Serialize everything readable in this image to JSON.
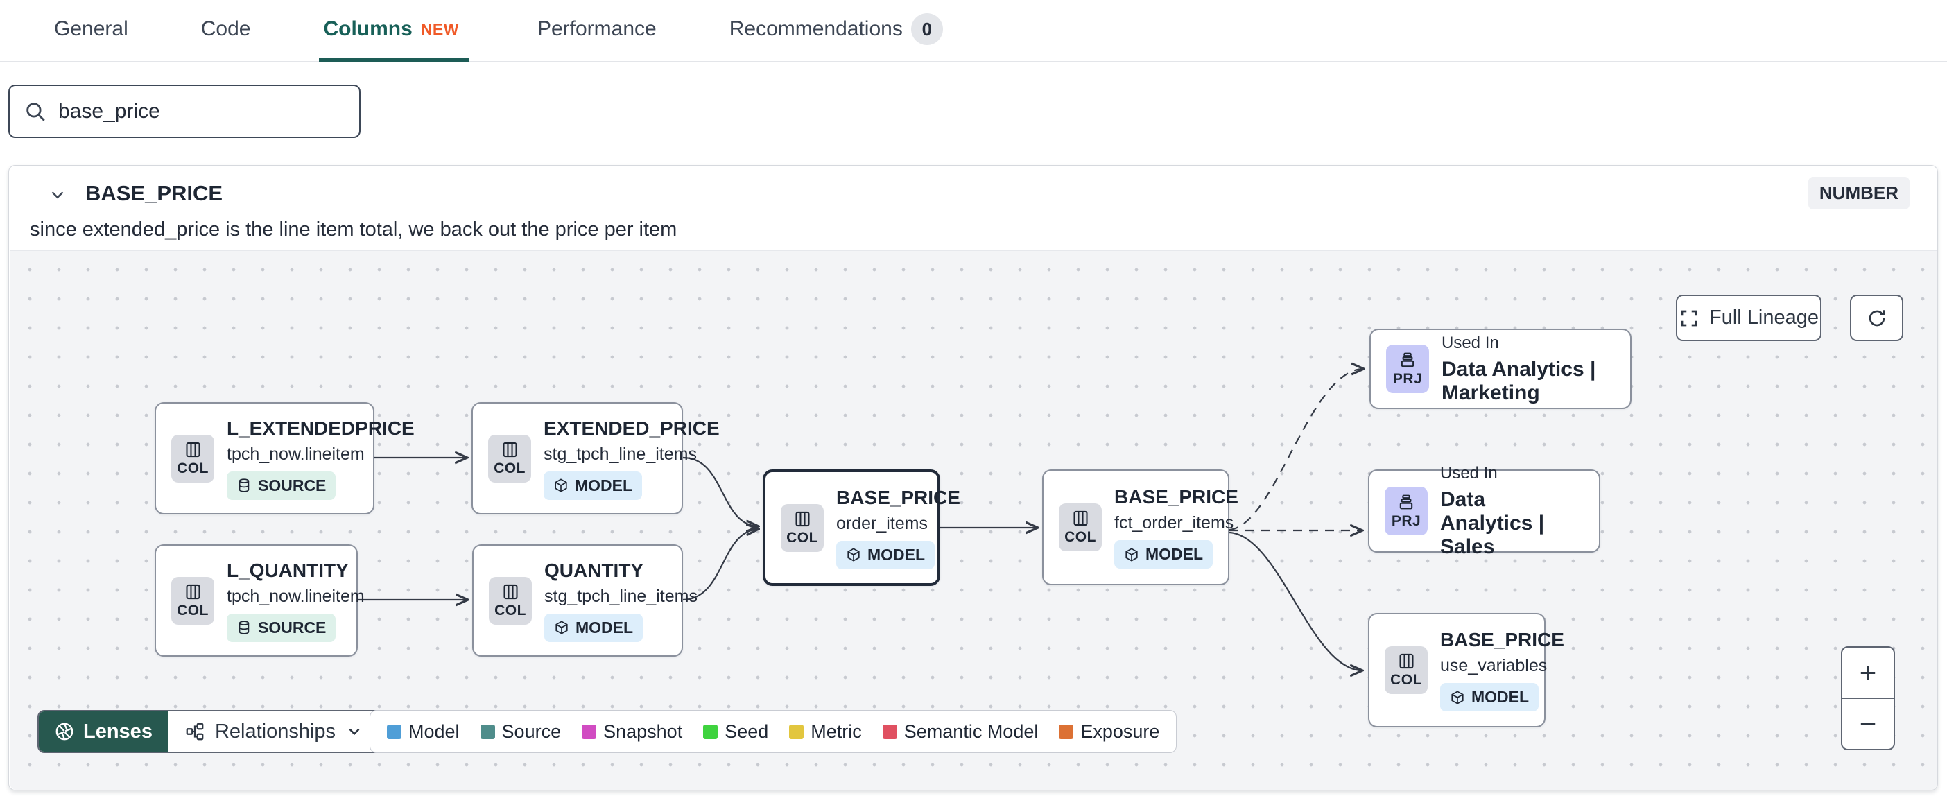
{
  "tabs": {
    "items": [
      {
        "label": "General"
      },
      {
        "label": "Code"
      },
      {
        "label": "Columns",
        "badge": "NEW"
      },
      {
        "label": "Performance"
      },
      {
        "label": "Recommendations",
        "count": "0"
      }
    ]
  },
  "search": {
    "value": "base_price"
  },
  "column": {
    "name": "BASE_PRICE",
    "type": "NUMBER",
    "description": "since extended_price is the line item total, we back out the price per item"
  },
  "lineage": {
    "full_lineage_label": "Full Lineage",
    "zoom_in": "+",
    "zoom_out": "−",
    "toolbar": {
      "lenses": "Lenses",
      "relationships": "Relationships"
    },
    "nodes": [
      {
        "chip": "COL",
        "title": "L_EXTENDEDPRICE",
        "subtitle": "tpch_now.lineitem",
        "badge": "SOURCE"
      },
      {
        "chip": "COL",
        "title": "EXTENDED_PRICE",
        "subtitle": "stg_tpch_line_items",
        "badge": "MODEL"
      },
      {
        "chip": "COL",
        "title": "L_QUANTITY",
        "subtitle": "tpch_now.lineitem",
        "badge": "SOURCE"
      },
      {
        "chip": "COL",
        "title": "QUANTITY",
        "subtitle": "stg_tpch_line_items",
        "badge": "MODEL"
      },
      {
        "chip": "COL",
        "title": "BASE_PRICE",
        "subtitle": "order_items",
        "badge": "MODEL"
      },
      {
        "chip": "COL",
        "title": "BASE_PRICE",
        "subtitle": "fct_order_items",
        "badge": "MODEL"
      },
      {
        "chip": "PRJ",
        "label": "Used In",
        "title": "Data Analytics | Marketing"
      },
      {
        "chip": "PRJ",
        "label": "Used In",
        "title": "Data Analytics | Sales"
      },
      {
        "chip": "COL",
        "title": "BASE_PRICE",
        "subtitle": "use_variables",
        "badge": "MODEL"
      }
    ],
    "legend": {
      "items": [
        {
          "label": "Model",
          "color": "#4f9ed7"
        },
        {
          "label": "Source",
          "color": "#4f8d8b"
        },
        {
          "label": "Snapshot",
          "color": "#d14cc2"
        },
        {
          "label": "Seed",
          "color": "#3fd33f"
        },
        {
          "label": "Metric",
          "color": "#e2c63e"
        },
        {
          "label": "Semantic Model",
          "color": "#e05061"
        },
        {
          "label": "Exposure",
          "color": "#dc7134"
        }
      ]
    }
  }
}
